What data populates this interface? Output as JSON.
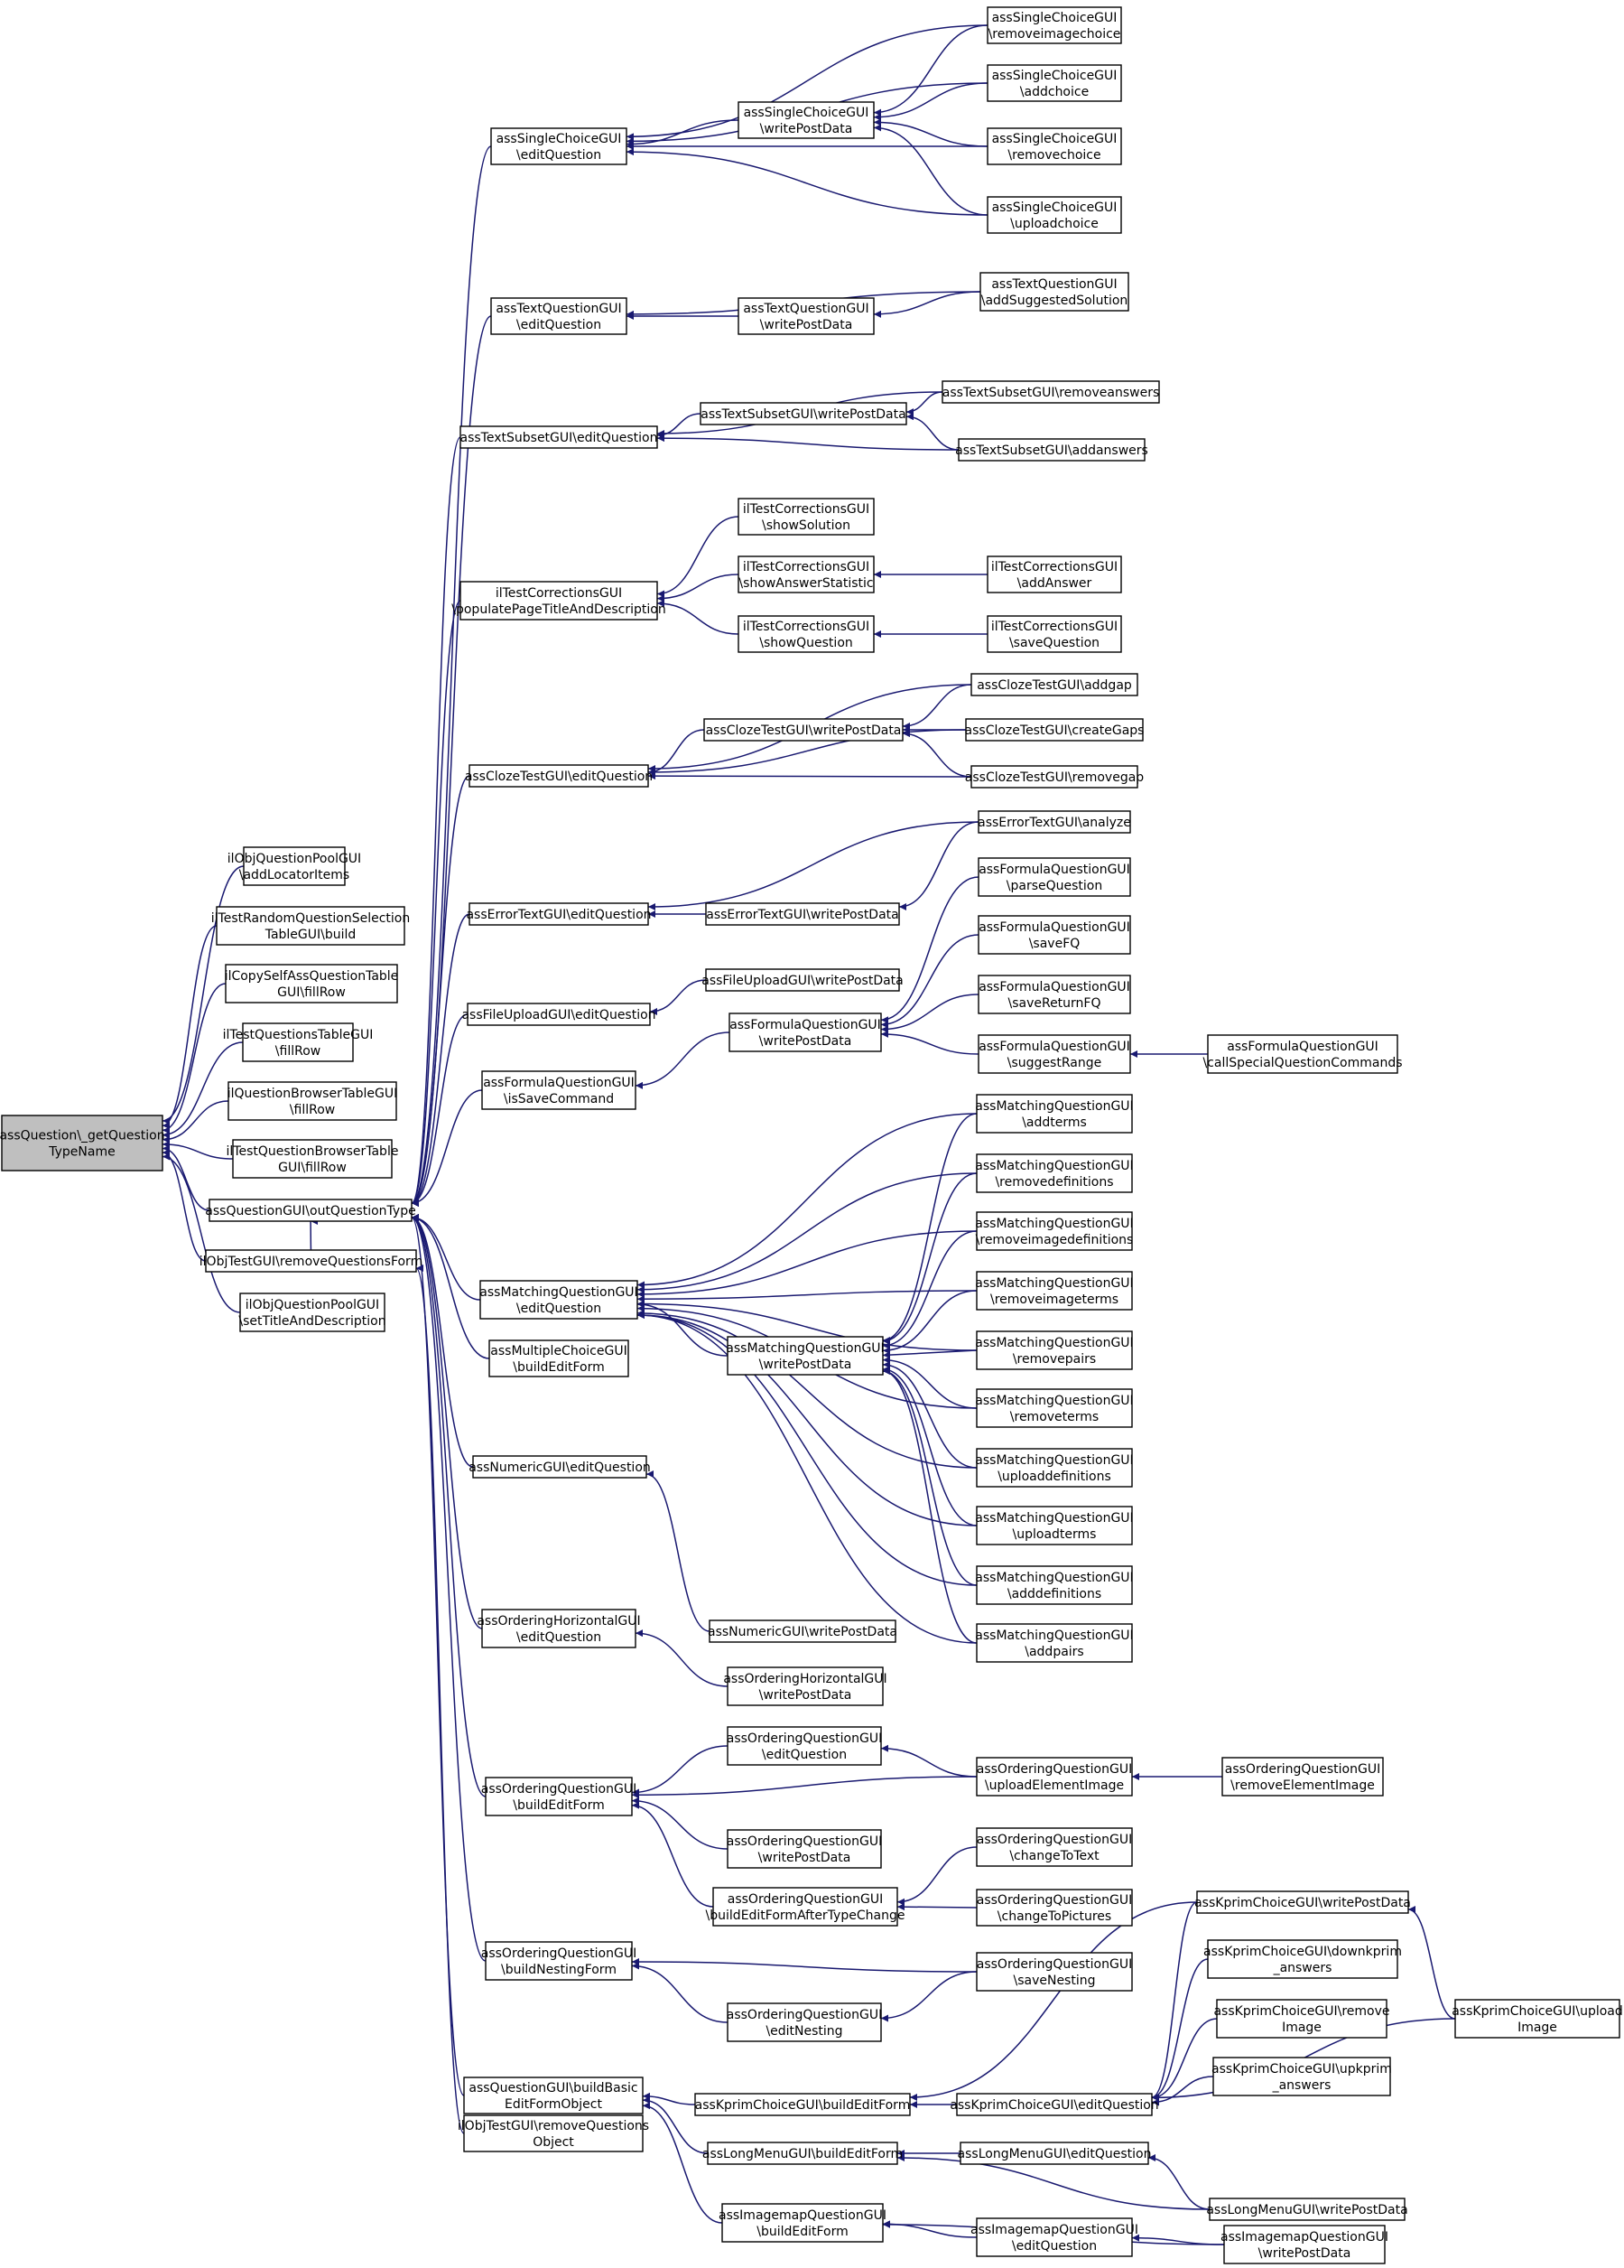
{
  "nodes": [
    {
      "id": "root",
      "lines": [
        "assQuestion\\_getQuestion",
        "TypeName"
      ]
    },
    {
      "id": "q1",
      "lines": [
        "ilObjQuestionPoolGUI",
        "\\addLocatorItems"
      ]
    },
    {
      "id": "q2",
      "lines": [
        "ilTestRandomQuestionSelection",
        "TableGUI\\build"
      ]
    },
    {
      "id": "q3",
      "lines": [
        "ilCopySelfAssQuestionTable",
        "GUI\\fillRow"
      ]
    },
    {
      "id": "q4",
      "lines": [
        "ilTestQuestionsTableGUI",
        "\\fillRow"
      ]
    },
    {
      "id": "q5",
      "lines": [
        "ilQuestionBrowserTableGUI",
        "\\fillRow"
      ]
    },
    {
      "id": "q6",
      "lines": [
        "ilTestQuestionBrowserTable",
        "GUI\\fillRow"
      ]
    },
    {
      "id": "oqt",
      "lines": [
        "assQuestionGUI\\outQuestionType"
      ]
    },
    {
      "id": "rqf",
      "lines": [
        "ilObjTestGUI\\removeQuestionsForm"
      ]
    },
    {
      "id": "stad",
      "lines": [
        "ilObjQuestionPoolGUI",
        "\\setTitleAndDescription"
      ]
    },
    {
      "id": "sc_eq",
      "lines": [
        "assSingleChoiceGUI",
        "\\editQuestion"
      ]
    },
    {
      "id": "sc_wpd",
      "lines": [
        "assSingleChoiceGUI",
        "\\writePostData"
      ]
    },
    {
      "id": "sc_rmi",
      "lines": [
        "assSingleChoiceGUI",
        "\\removeimagechoice"
      ]
    },
    {
      "id": "sc_add",
      "lines": [
        "assSingleChoiceGUI",
        "\\addchoice"
      ]
    },
    {
      "id": "sc_rm",
      "lines": [
        "assSingleChoiceGUI",
        "\\removechoice"
      ]
    },
    {
      "id": "sc_up",
      "lines": [
        "assSingleChoiceGUI",
        "\\uploadchoice"
      ]
    },
    {
      "id": "tq_eq",
      "lines": [
        "assTextQuestionGUI",
        "\\editQuestion"
      ]
    },
    {
      "id": "tq_wpd",
      "lines": [
        "assTextQuestionGUI",
        "\\writePostData"
      ]
    },
    {
      "id": "tq_ass",
      "lines": [
        "assTextQuestionGUI",
        "\\addSuggestedSolution"
      ]
    },
    {
      "id": "ts_eq",
      "lines": [
        "assTextSubsetGUI\\editQuestion"
      ]
    },
    {
      "id": "ts_wpd",
      "lines": [
        "assTextSubsetGUI\\writePostData"
      ]
    },
    {
      "id": "ts_rm",
      "lines": [
        "assTextSubsetGUI\\removeanswers"
      ]
    },
    {
      "id": "ts_add",
      "lines": [
        "assTextSubsetGUI\\addanswers"
      ]
    },
    {
      "id": "tc_pop",
      "lines": [
        "ilTestCorrectionsGUI",
        "\\populatePageTitleAndDescription"
      ]
    },
    {
      "id": "tc_ss",
      "lines": [
        "ilTestCorrectionsGUI",
        "\\showSolution"
      ]
    },
    {
      "id": "tc_sas",
      "lines": [
        "ilTestCorrectionsGUI",
        "\\showAnswerStatistic"
      ]
    },
    {
      "id": "tc_sq",
      "lines": [
        "ilTestCorrectionsGUI",
        "\\showQuestion"
      ]
    },
    {
      "id": "tc_aa",
      "lines": [
        "ilTestCorrectionsGUI",
        "\\addAnswer"
      ]
    },
    {
      "id": "tc_svq",
      "lines": [
        "ilTestCorrectionsGUI",
        "\\saveQuestion"
      ]
    },
    {
      "id": "cz_eq",
      "lines": [
        "assClozeTestGUI\\editQuestion"
      ]
    },
    {
      "id": "cz_wpd",
      "lines": [
        "assClozeTestGUI\\writePostData"
      ]
    },
    {
      "id": "cz_ag",
      "lines": [
        "assClozeTestGUI\\addgap"
      ]
    },
    {
      "id": "cz_cg",
      "lines": [
        "assClozeTestGUI\\createGaps"
      ]
    },
    {
      "id": "cz_rg",
      "lines": [
        "assClozeTestGUI\\removegap"
      ]
    },
    {
      "id": "et_eq",
      "lines": [
        "assErrorTextGUI\\editQuestion"
      ]
    },
    {
      "id": "et_wpd",
      "lines": [
        "assErrorTextGUI\\writePostData"
      ]
    },
    {
      "id": "et_an",
      "lines": [
        "assErrorTextGUI\\analyze"
      ]
    },
    {
      "id": "fu_eq",
      "lines": [
        "assFileUploadGUI\\editQuestion"
      ]
    },
    {
      "id": "fu_wpd",
      "lines": [
        "assFileUploadGUI\\writePostData"
      ]
    },
    {
      "id": "fq_isc",
      "lines": [
        "assFormulaQuestionGUI",
        "\\isSaveCommand"
      ]
    },
    {
      "id": "fq_wpd",
      "lines": [
        "assFormulaQuestionGUI",
        "\\writePostData"
      ]
    },
    {
      "id": "fq_pq",
      "lines": [
        "assFormulaQuestionGUI",
        "\\parseQuestion"
      ]
    },
    {
      "id": "fq_sfq",
      "lines": [
        "assFormulaQuestionGUI",
        "\\saveFQ"
      ]
    },
    {
      "id": "fq_srf",
      "lines": [
        "assFormulaQuestionGUI",
        "\\saveReturnFQ"
      ]
    },
    {
      "id": "fq_sr",
      "lines": [
        "assFormulaQuestionGUI",
        "\\suggestRange"
      ]
    },
    {
      "id": "fq_csq",
      "lines": [
        "assFormulaQuestionGUI",
        "\\callSpecialQuestionCommands"
      ]
    },
    {
      "id": "mq_eq",
      "lines": [
        "assMatchingQuestionGUI",
        "\\editQuestion"
      ]
    },
    {
      "id": "mq_wpd",
      "lines": [
        "assMatchingQuestionGUI",
        "\\writePostData"
      ]
    },
    {
      "id": "mq_at",
      "lines": [
        "assMatchingQuestionGUI",
        "\\addterms"
      ]
    },
    {
      "id": "mq_rd",
      "lines": [
        "assMatchingQuestionGUI",
        "\\removedefinitions"
      ]
    },
    {
      "id": "mq_rid",
      "lines": [
        "assMatchingQuestionGUI",
        "\\removeimagedefinitions"
      ]
    },
    {
      "id": "mq_rit",
      "lines": [
        "assMatchingQuestionGUI",
        "\\removeimageterms"
      ]
    },
    {
      "id": "mq_rp",
      "lines": [
        "assMatchingQuestionGUI",
        "\\removepairs"
      ]
    },
    {
      "id": "mq_rt",
      "lines": [
        "assMatchingQuestionGUI",
        "\\removeterms"
      ]
    },
    {
      "id": "mq_ud",
      "lines": [
        "assMatchingQuestionGUI",
        "\\uploaddefinitions"
      ]
    },
    {
      "id": "mq_ut",
      "lines": [
        "assMatchingQuestionGUI",
        "\\uploadterms"
      ]
    },
    {
      "id": "mq_ad",
      "lines": [
        "assMatchingQuestionGUI",
        "\\adddefinitions"
      ]
    },
    {
      "id": "mq_ap",
      "lines": [
        "assMatchingQuestionGUI",
        "\\addpairs"
      ]
    },
    {
      "id": "mc_bef",
      "lines": [
        "assMultipleChoiceGUI",
        "\\buildEditForm"
      ]
    },
    {
      "id": "nu_eq",
      "lines": [
        "assNumericGUI\\editQuestion"
      ]
    },
    {
      "id": "nu_wpd",
      "lines": [
        "assNumericGUI\\writePostData"
      ]
    },
    {
      "id": "oh_eq",
      "lines": [
        "assOrderingHorizontalGUI",
        "\\editQuestion"
      ]
    },
    {
      "id": "oh_wpd",
      "lines": [
        "assOrderingHorizontalGUI",
        "\\writePostData"
      ]
    },
    {
      "id": "oq_bef",
      "lines": [
        "assOrderingQuestionGUI",
        "\\buildEditForm"
      ]
    },
    {
      "id": "oq_eq",
      "lines": [
        "assOrderingQuestionGUI",
        "\\editQuestion"
      ]
    },
    {
      "id": "oq_uei",
      "lines": [
        "assOrderingQuestionGUI",
        "\\uploadElementImage"
      ]
    },
    {
      "id": "oq_rei",
      "lines": [
        "assOrderingQuestionGUI",
        "\\removeElementImage"
      ]
    },
    {
      "id": "oq_wpd",
      "lines": [
        "assOrderingQuestionGUI",
        "\\writePostData"
      ]
    },
    {
      "id": "oq_beft",
      "lines": [
        "assOrderingQuestionGUI",
        "\\buildEditFormAfterTypeChange"
      ]
    },
    {
      "id": "oq_ctt",
      "lines": [
        "assOrderingQuestionGUI",
        "\\changeToText"
      ]
    },
    {
      "id": "oq_ctp",
      "lines": [
        "assOrderingQuestionGUI",
        "\\changeToPictures"
      ]
    },
    {
      "id": "oq_bnf",
      "lines": [
        "assOrderingQuestionGUI",
        "\\buildNestingForm"
      ]
    },
    {
      "id": "oq_sn",
      "lines": [
        "assOrderingQuestionGUI",
        "\\saveNesting"
      ]
    },
    {
      "id": "oq_en",
      "lines": [
        "assOrderingQuestionGUI",
        "\\editNesting"
      ]
    },
    {
      "id": "qg_bbef",
      "lines": [
        "assQuestionGUI\\buildBasic",
        "EditFormObject"
      ]
    },
    {
      "id": "rqo",
      "lines": [
        "ilObjTestGUI\\removeQuestions",
        "Object"
      ]
    },
    {
      "id": "kp_bef",
      "lines": [
        "assKprimChoiceGUI\\buildEditForm"
      ]
    },
    {
      "id": "kp_eq",
      "lines": [
        "assKprimChoiceGUI\\editQuestion"
      ]
    },
    {
      "id": "kp_wpd",
      "lines": [
        "assKprimChoiceGUI\\writePostData"
      ]
    },
    {
      "id": "kp_dk",
      "lines": [
        "assKprimChoiceGUI\\downkprim",
        "_answers"
      ]
    },
    {
      "id": "kp_ri",
      "lines": [
        "assKprimChoiceGUI\\remove",
        "Image"
      ]
    },
    {
      "id": "kp_uk",
      "lines": [
        "assKprimChoiceGUI\\upkprim",
        "_answers"
      ]
    },
    {
      "id": "kp_ui",
      "lines": [
        "assKprimChoiceGUI\\upload",
        "Image"
      ]
    },
    {
      "id": "lm_bef",
      "lines": [
        "assLongMenuGUI\\buildEditForm"
      ]
    },
    {
      "id": "lm_eq",
      "lines": [
        "assLongMenuGUI\\editQuestion"
      ]
    },
    {
      "id": "lm_wpd",
      "lines": [
        "assLongMenuGUI\\writePostData"
      ]
    },
    {
      "id": "im_bef",
      "lines": [
        "assImagemapQuestionGUI",
        "\\buildEditForm"
      ]
    },
    {
      "id": "im_eq",
      "lines": [
        "assImagemapQuestionGUI",
        "\\editQuestion"
      ]
    },
    {
      "id": "im_wpd",
      "lines": [
        "assImagemapQuestionGUI",
        "\\writePostData"
      ]
    }
  ]
}
